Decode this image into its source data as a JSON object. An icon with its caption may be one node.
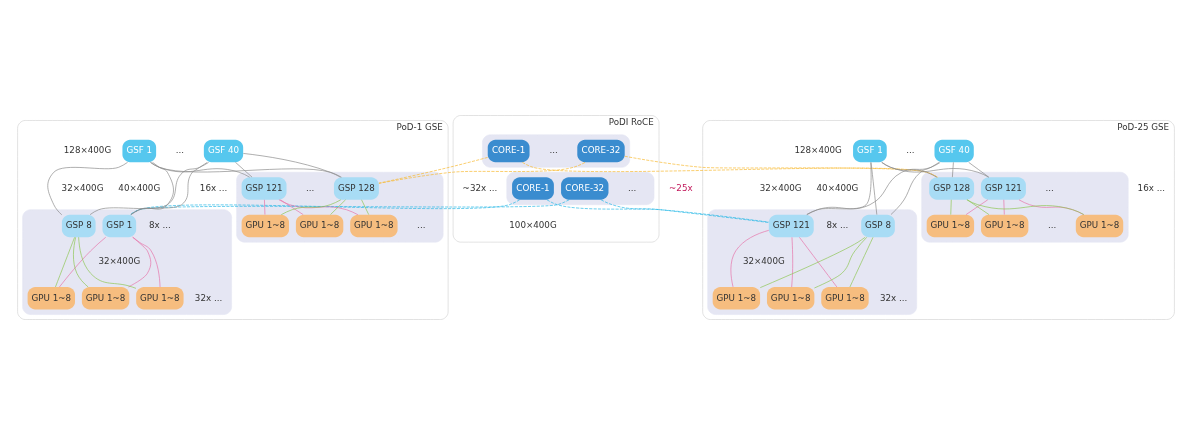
{
  "diagram": {
    "nodes": [
      {
        "text": [
          "PoDI RoCE"
        ]
      },
      {
        "text": [],
        "shape": "box",
        "in": 0
      },
      {
        "text": [
          "CORE-1"
        ],
        "in": 1
      },
      {
        "text": [
          "CORE-32"
        ],
        "in": 1
      },
      {
        "text": [],
        "shape": "box",
        "in": 0
      },
      {
        "text": [
          "CORE-1"
        ],
        "in": 4
      },
      {
        "text": [
          "CORE-32"
        ],
        "in": 4
      },
      {
        "text": [
          "PoD-1 GSE"
        ]
      },
      {
        "text": [
          "GSF 1"
        ],
        "in": 7
      },
      {
        "text": [
          "GSF 40"
        ],
        "in": 7
      },
      {
        "text": [],
        "shape": "box",
        "in": 7
      },
      {
        "text": [
          "GSP 1"
        ],
        "in": 10
      },
      {
        "text": [
          "GSP 8"
        ],
        "in": 10
      },
      {
        "text": [
          "GPU 1~8"
        ],
        "in": 10
      },
      {
        "text": [
          "GPU 1~8"
        ],
        "in": 10
      },
      {
        "text": [
          "GPU 1~8"
        ],
        "in": 10
      },
      {
        "text": [],
        "shape": "box",
        "in": 7
      },
      {
        "text": [
          "GSP 121"
        ],
        "in": 16
      },
      {
        "text": [
          "GSP 128"
        ],
        "in": 16
      },
      {
        "text": [
          "GPU 1~8"
        ],
        "in": 16
      },
      {
        "text": [
          "GPU 1~8"
        ],
        "in": 16
      },
      {
        "text": [
          "GPU 1~8"
        ],
        "in": 16
      },
      {
        "text": [
          "PoD-25 GSE"
        ]
      },
      {
        "text": [
          "GSF 1"
        ],
        "in": 22
      },
      {
        "text": [
          "GSF 40"
        ],
        "in": 22
      },
      {
        "text": [],
        "shape": "box",
        "in": 22
      },
      {
        "text": [
          "GSP 121"
        ],
        "in": 25
      },
      {
        "text": [
          "GSP 8"
        ],
        "in": 25
      },
      {
        "text": [
          "GPU 1~8"
        ],
        "in": 25
      },
      {
        "text": [
          "GPU 1~8"
        ],
        "in": 25
      },
      {
        "text": [
          "GPU 1~8"
        ],
        "in": 25
      },
      {
        "text": [],
        "shape": "box",
        "in": 22
      },
      {
        "text": [
          "GSP 121"
        ],
        "in": 31
      },
      {
        "text": [
          "GSP 128"
        ],
        "in": 31
      },
      {
        "text": [
          "GPU 1~8"
        ],
        "in": 31
      },
      {
        "text": [
          "GPU 1~8"
        ],
        "in": 31
      },
      {
        "text": [
          "GPU 1~8"
        ],
        "in": 31
      }
    ],
    "edges": [
      {
        "from": 2,
        "to": 11,
        "arrow": "none",
        "style": "dashed",
        "color": "#29b8e6"
      },
      {
        "from": 2,
        "to": 26,
        "arrow": "none",
        "style": "dashed",
        "color": "#29b8e6"
      },
      {
        "from": 3,
        "to": 11,
        "arrow": "none",
        "style": "dashed",
        "color": "#29b8e6"
      },
      {
        "from": 3,
        "to": 26,
        "arrow": "none",
        "style": "dashed",
        "color": "#29b8e6"
      },
      {
        "from": 5,
        "to": 18,
        "arrow": "none",
        "style": "dashed",
        "color": "#f7b82f"
      },
      {
        "from": 5,
        "to": 33,
        "arrow": "none",
        "style": "dashed",
        "color": "#f7b82f"
      },
      {
        "from": 6,
        "to": 18,
        "arrow": "none",
        "style": "dashed",
        "color": "#f7b82f"
      },
      {
        "from": 6,
        "to": 33,
        "arrow": "none",
        "style": "dashed",
        "color": "#f7b82f"
      },
      {
        "from": 8,
        "to": 11,
        "arrow": "none"
      },
      {
        "from": 8,
        "to": 12,
        "arrow": "none"
      },
      {
        "from": 8,
        "to": 17,
        "arrow": "none"
      },
      {
        "from": 8,
        "to": 18,
        "arrow": "none"
      },
      {
        "from": 9,
        "to": 11,
        "arrow": "none"
      },
      {
        "from": 9,
        "to": 12,
        "arrow": "none"
      },
      {
        "from": 9,
        "to": 17,
        "arrow": "none"
      },
      {
        "from": 9,
        "to": 18,
        "arrow": "none"
      },
      {
        "from": 11,
        "to": 13,
        "arrow": "none",
        "color": "#e673a8"
      },
      {
        "from": 11,
        "to": 14,
        "arrow": "none",
        "color": "#e673a8"
      },
      {
        "from": 11,
        "to": 15,
        "arrow": "none",
        "color": "#e673a8"
      },
      {
        "from": 12,
        "to": 13,
        "arrow": "none",
        "color": "#8cc652"
      },
      {
        "from": 12,
        "to": 14,
        "arrow": "none",
        "color": "#8cc652"
      },
      {
        "from": 12,
        "to": 15,
        "arrow": "none",
        "color": "#8cc652"
      },
      {
        "from": 17,
        "to": 19,
        "arrow": "none",
        "color": "#e673a8"
      },
      {
        "from": 17,
        "to": 20,
        "arrow": "none",
        "color": "#e673a8"
      },
      {
        "from": 17,
        "to": 21,
        "arrow": "none",
        "color": "#e673a8"
      },
      {
        "from": 18,
        "to": 19,
        "arrow": "none",
        "color": "#8cc652"
      },
      {
        "from": 18,
        "to": 20,
        "arrow": "none",
        "color": "#8cc652"
      },
      {
        "from": 18,
        "to": 21,
        "arrow": "none",
        "color": "#8cc652"
      },
      {
        "from": 23,
        "to": 26,
        "arrow": "none"
      },
      {
        "from": 23,
        "to": 27,
        "arrow": "none"
      },
      {
        "from": 23,
        "to": 32,
        "arrow": "none"
      },
      {
        "from": 23,
        "to": 33,
        "arrow": "none"
      },
      {
        "from": 24,
        "to": 26,
        "arrow": "none"
      },
      {
        "from": 24,
        "to": 27,
        "arrow": "none"
      },
      {
        "from": 24,
        "to": 32,
        "arrow": "none"
      },
      {
        "from": 24,
        "to": 33,
        "arrow": "none"
      },
      {
        "from": 26,
        "to": 28,
        "arrow": "none",
        "color": "#e673a8"
      },
      {
        "from": 26,
        "to": 29,
        "arrow": "none",
        "color": "#e673a8"
      },
      {
        "from": 26,
        "to": 30,
        "arrow": "none",
        "color": "#e673a8"
      },
      {
        "from": 27,
        "to": 28,
        "arrow": "none",
        "color": "#8cc652"
      },
      {
        "from": 27,
        "to": 29,
        "arrow": "none",
        "color": "#8cc652"
      },
      {
        "from": 27,
        "to": 30,
        "arrow": "none",
        "color": "#8cc652"
      },
      {
        "from": 32,
        "to": 34,
        "arrow": "none",
        "color": "#e673a8"
      },
      {
        "from": 32,
        "to": 35,
        "arrow": "none",
        "color": "#e673a8"
      },
      {
        "from": 32,
        "to": 36,
        "arrow": "none",
        "color": "#e673a8"
      },
      {
        "from": 33,
        "to": 34,
        "arrow": "none",
        "color": "#8cc652"
      },
      {
        "from": 33,
        "to": 35,
        "arrow": "none",
        "color": "#8cc652"
      },
      {
        "from": 33,
        "to": 36,
        "arrow": "none",
        "color": "#8cc652"
      }
    ],
    "labels": [
      "...",
      "~32x ...",
      "...",
      "100×400G",
      "128×400G",
      "...",
      "32×400G",
      "40×400G",
      "8x ...",
      "...",
      "32×400G",
      "~25x",
      "16x ...",
      "32x ...",
      "...",
      "128×400G",
      "...",
      "32×400G",
      "40×400G",
      "8x ...",
      "...",
      "32×400G",
      "16x ...",
      "32x ...",
      "..."
    ]
  }
}
